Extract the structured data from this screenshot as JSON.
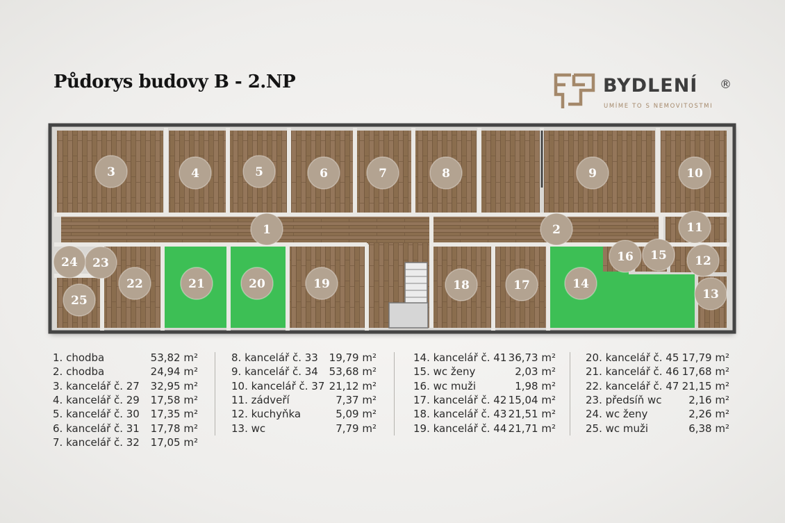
{
  "title": "Půdorys budovy B - 2.NP",
  "brand": {
    "name": "BYDLENÍ",
    "registered": "®",
    "tagline": "UMÍME TO S NEMOVITOSTMI",
    "colors": {
      "logo": "#a4886a",
      "text": "#3d3d3d"
    }
  },
  "colors": {
    "floor": "#8a6d4e",
    "highlight": "#3dbf55",
    "badge": "#b3a391",
    "badge_text": "#ffffff"
  },
  "room_numbers": [
    "1",
    "2",
    "3",
    "4",
    "5",
    "6",
    "7",
    "8",
    "9",
    "10",
    "11",
    "12",
    "13",
    "14",
    "15",
    "16",
    "17",
    "18",
    "19",
    "20",
    "21",
    "22",
    "23",
    "24",
    "25"
  ],
  "highlighted_rooms": [
    "14",
    "20",
    "21"
  ],
  "legend": [
    {
      "label": "1. chodba",
      "area": "53,82 m²"
    },
    {
      "label": "2. chodba",
      "area": "24,94 m²"
    },
    {
      "label": "3. kancelář č. 27",
      "area": "32,95 m²"
    },
    {
      "label": "4. kancelář č. 29",
      "area": "17,58 m²"
    },
    {
      "label": "5. kancelář č. 30",
      "area": "17,35 m²"
    },
    {
      "label": "6. kancelář č. 31",
      "area": "17,78 m²"
    },
    {
      "label": "7. kancelář č. 32",
      "area": "17,05 m²"
    },
    {
      "label": "8. kancelář č. 33",
      "area": "19,79 m²"
    },
    {
      "label": "9. kancelář č. 34",
      "area": "53,68 m²"
    },
    {
      "label": "10. kancelář č. 37",
      "area": "21,12 m²"
    },
    {
      "label": "11. zádveří",
      "area": "7,37 m²"
    },
    {
      "label": "12. kuchyňka",
      "area": "5,09 m²"
    },
    {
      "label": "13. wc",
      "area": "7,79 m²"
    },
    {
      "label": "14. kancelář č. 41",
      "area": "36,73 m²"
    },
    {
      "label": "15. wc ženy",
      "area": "2,03 m²"
    },
    {
      "label": "16. wc muži",
      "area": "1,98 m²"
    },
    {
      "label": "17. kancelář č. 42",
      "area": "15,04 m²"
    },
    {
      "label": "18. kancelář č. 43",
      "area": "21,51 m²"
    },
    {
      "label": "19. kancelář č. 44",
      "area": "21,71 m²"
    },
    {
      "label": "20. kancelář č. 45",
      "area": "17,79 m²"
    },
    {
      "label": "21. kancelář č. 46",
      "area": "17,68 m²"
    },
    {
      "label": "22. kancelář č. 47",
      "area": "21,15 m²"
    },
    {
      "label": "23. předsíň wc",
      "area": "2,16 m²"
    },
    {
      "label": "24. wc ženy",
      "area": "2,26 m²"
    },
    {
      "label": "25. wc muži",
      "area": "6,38 m²"
    }
  ]
}
